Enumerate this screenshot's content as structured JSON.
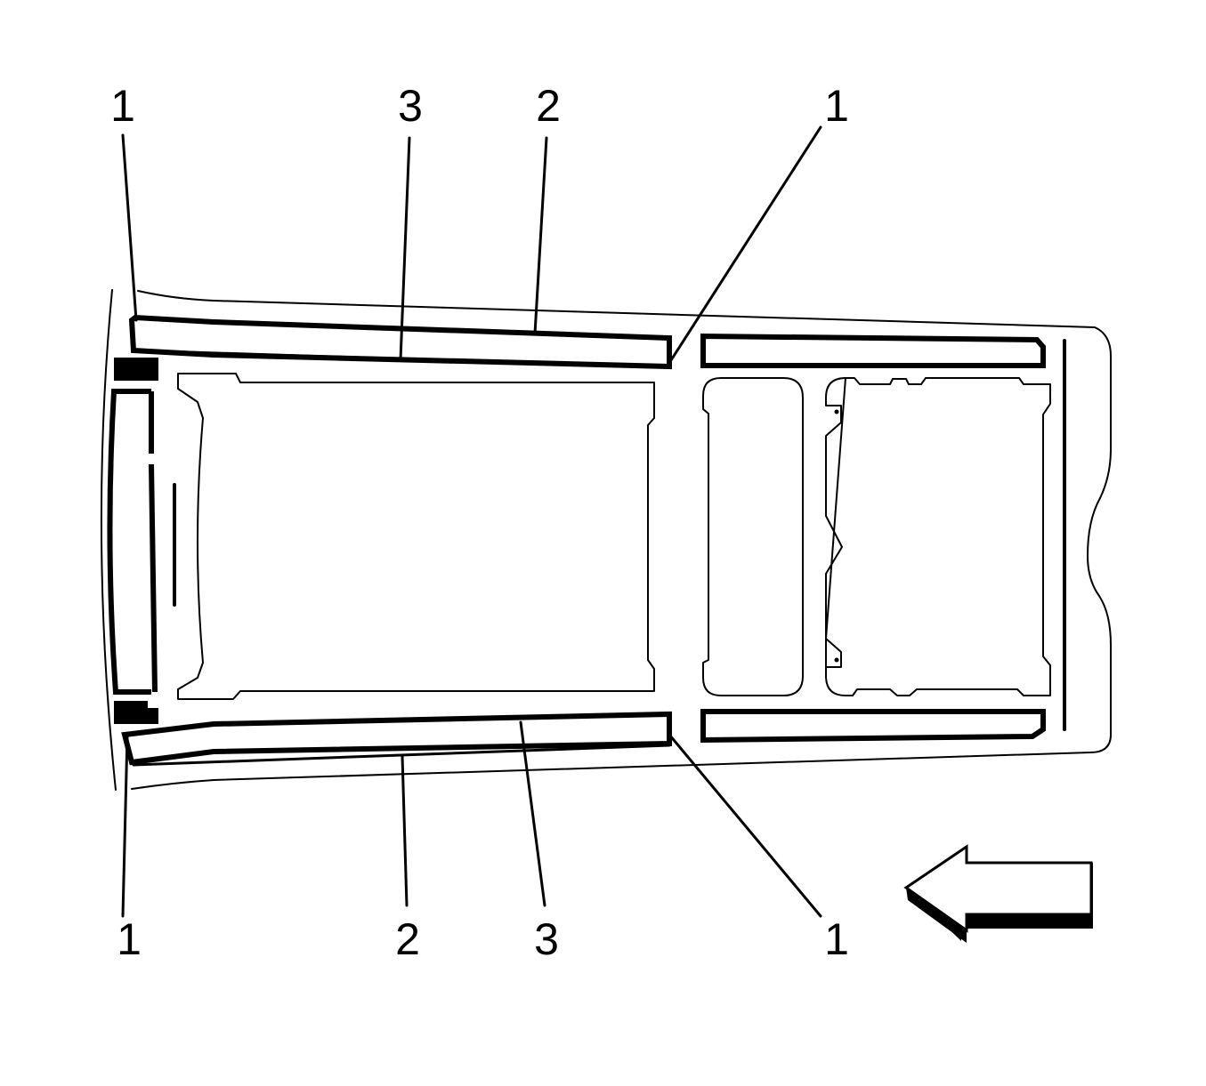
{
  "callouts": {
    "top_left_1": "1",
    "top_3": "3",
    "top_2": "2",
    "top_right_1": "1",
    "bottom_left_1": "1",
    "bottom_2": "2",
    "bottom_3": "3",
    "bottom_right_1": "1"
  },
  "direction_arrow": {
    "icon": "front-arrow-icon",
    "points": "left"
  }
}
